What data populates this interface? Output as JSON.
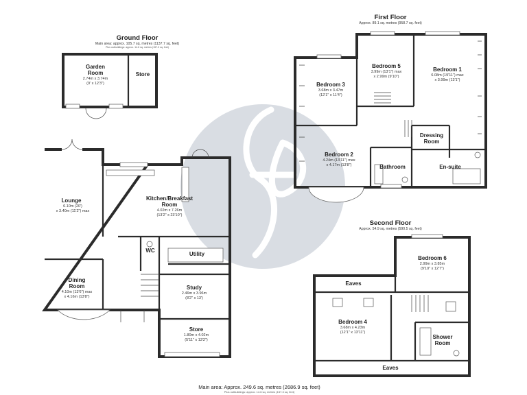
{
  "floors": {
    "ground": {
      "title": "Ground Floor",
      "area": "Main area: approx. 105.7 sq. metres (1137.7 sq. feet)",
      "sub": "Plus outbuildings: approx. 14.6 sq. metres (157.3 sq. feet)"
    },
    "first": {
      "title": "First Floor",
      "area": "Approx. 89.1 sq. metres (958.7 sq. feet)"
    },
    "second": {
      "title": "Second Floor",
      "area": "Approx. 54.9 sq. metres (590.5 sq. feet)"
    }
  },
  "rooms": {
    "garden_room": {
      "name_1": "Garden",
      "name_2": "Room",
      "dim_1": "2.74m x 3.74m",
      "dim_2": "(9' x 12'3\")"
    },
    "store_out": {
      "name": "Store"
    },
    "lounge": {
      "name": "Lounge",
      "dim_1": "6.10m (20')",
      "dim_2": "x 3.40m (11'2\") max"
    },
    "kitchen": {
      "name_1": "Kitchen/Breakfast",
      "name_2": "Room",
      "dim_1": "4.02m x 7.26m",
      "dim_2": "(13'2\" x 23'10\")"
    },
    "wc": {
      "name": "WC"
    },
    "utility": {
      "name": "Utility"
    },
    "dining": {
      "name_1": "Dining",
      "name_2": "Room",
      "dim_1": "4.10m (13'6\") max",
      "dim_2": "x 4.16m (13'8\")"
    },
    "study": {
      "name": "Study",
      "dim_1": "2.46m x 3.96m",
      "dim_2": "(8'2\" x 13')"
    },
    "store_in": {
      "name": "Store",
      "dim_1": "1.80m x 4.02m",
      "dim_2": "(5'11\" x 13'2\")"
    },
    "bedroom3": {
      "name": "Bedroom 3",
      "dim_1": "3.68m x 3.47m",
      "dim_2": "(12'1\" x 11'4\")"
    },
    "bedroom5": {
      "name": "Bedroom 5",
      "dim_1": "3.99m (13'1\") max",
      "dim_2": "x 2.99m (9'10\")"
    },
    "bedroom1": {
      "name": "Bedroom 1",
      "dim_1": "6.08m (19'11\") max",
      "dim_2": "x 3.99m (13'1\")"
    },
    "bedroom2": {
      "name": "Bedroom 2",
      "dim_1": "4.24m (13'11\") max",
      "dim_2": "x 4.17m (13'8\")"
    },
    "dressing": {
      "name_1": "Dressing",
      "name_2": "Room"
    },
    "bathroom": {
      "name": "Bathroom"
    },
    "ensuite": {
      "name": "En-suite"
    },
    "bedroom6": {
      "name": "Bedroom 6",
      "dim_1": "2.99m x 3.85m",
      "dim_2": "(9'10\" x 12'7\")"
    },
    "eaves_top": {
      "name": "Eaves"
    },
    "bedroom4": {
      "name": "Bedroom 4",
      "dim_1": "3.68m x 4.23m",
      "dim_2": "(12'1\" x 13'11\")"
    },
    "shower": {
      "name_1": "Shower",
      "name_2": "Room"
    },
    "eaves_bottom": {
      "name": "Eaves"
    }
  },
  "totals": {
    "main": "Main area: Approx. 249.6 sq. metres (2686.9 sq. feet)",
    "sub": "Plus outbuildings: approx. 14.6 sq. metres (157.3 sq. feet)"
  },
  "watermark_icon": "agency-logo-icon",
  "colors": {
    "walls": "#2b2b2b",
    "watermark": "#d9dde3",
    "background": "#ffffff"
  }
}
